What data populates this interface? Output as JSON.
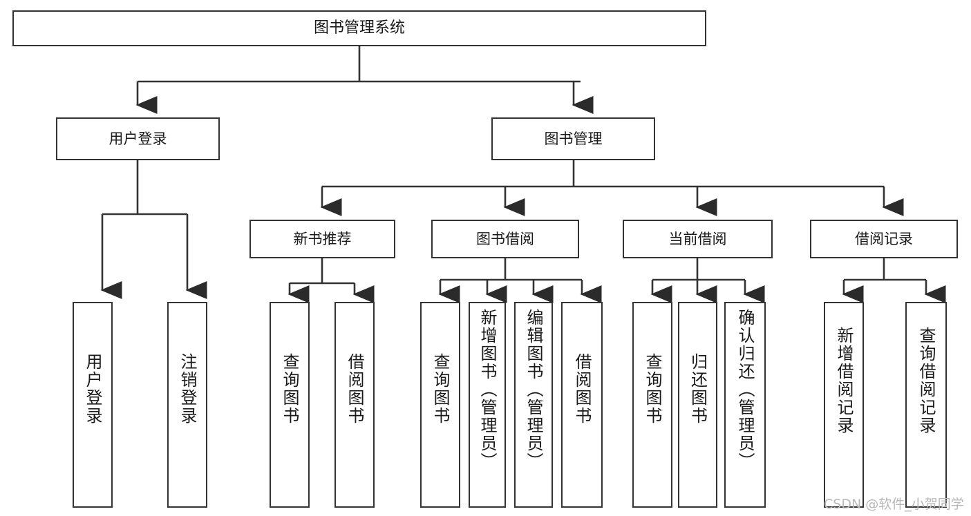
{
  "diagram": {
    "title": "图书管理系统",
    "type": "tree",
    "orientation": "top-down",
    "colors": {
      "box_border": "#333333",
      "box_fill": "#ffffff",
      "connector": "#333333",
      "text": "#1a1a1a",
      "watermark": "#b8b8b8",
      "background": "#ffffff"
    },
    "levels": {
      "root": {
        "label": "图书管理系统"
      },
      "level2": [
        {
          "label": "用户登录"
        },
        {
          "label": "图书管理"
        }
      ],
      "level3": [
        {
          "label": "新书推荐"
        },
        {
          "label": "图书借阅"
        },
        {
          "label": "当前借阅"
        },
        {
          "label": "借阅记录"
        }
      ],
      "leaves": [
        {
          "label": "用户登录",
          "parent": "用户登录"
        },
        {
          "label": "注销登录",
          "parent": "用户登录"
        },
        {
          "label": "查询图书",
          "parent": "新书推荐"
        },
        {
          "label": "借阅图书",
          "parent": "新书推荐"
        },
        {
          "label": "查询图书",
          "parent": "图书借阅"
        },
        {
          "label": "新增图书（管理员）",
          "parent": "图书借阅"
        },
        {
          "label": "编辑图书（管理员）",
          "parent": "图书借阅"
        },
        {
          "label": "借阅图书",
          "parent": "图书借阅"
        },
        {
          "label": "查询图书",
          "parent": "当前借阅"
        },
        {
          "label": "归还图书",
          "parent": "当前借阅"
        },
        {
          "label": "确认归还（管理员）",
          "parent": "当前借阅"
        },
        {
          "label": "新增借阅记录",
          "parent": "借阅记录"
        },
        {
          "label": "查询借阅记录",
          "parent": "借阅记录"
        }
      ]
    },
    "watermark": "CSDN @软件_小贺同学"
  }
}
